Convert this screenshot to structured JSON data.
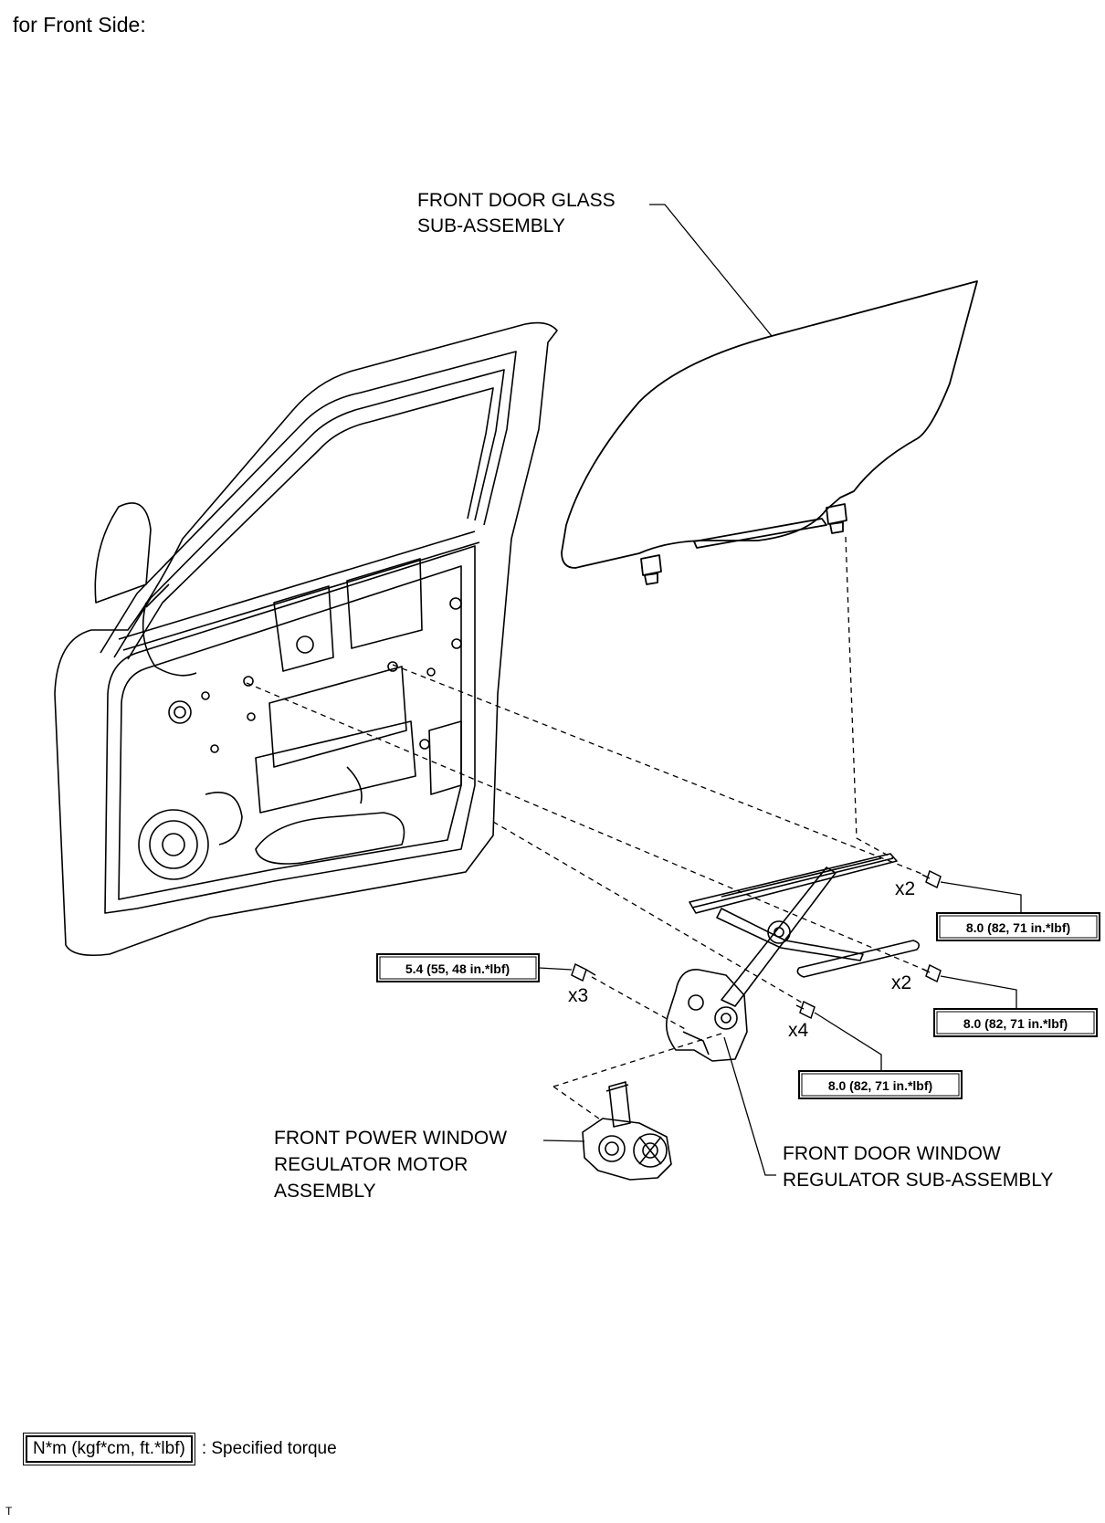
{
  "heading": "for Front Side:",
  "labels": {
    "glass_line1": "FRONT DOOR GLASS",
    "glass_line2": "SUB-ASSEMBLY",
    "motor_line1": "FRONT POWER WINDOW",
    "motor_line2": "REGULATOR MOTOR",
    "motor_line3": "ASSEMBLY",
    "regulator_line1": "FRONT DOOR WINDOW",
    "regulator_line2": "REGULATOR SUB-ASSEMBLY"
  },
  "quantities": {
    "upper_right": "x2",
    "middle_right": "x2",
    "center": "x4",
    "left": "x3"
  },
  "torques": {
    "upper_right": "8.0 (82, 71 in.*lbf)",
    "middle_right": "8.0 (82, 71 in.*lbf)",
    "center": "8.0 (82, 71 in.*lbf)",
    "left": "5.4 (55, 48 in.*lbf)"
  },
  "legend": {
    "box": "N*m (kgf*cm, ft.*lbf)",
    "text": ": Specified torque"
  },
  "page_marker": "T"
}
